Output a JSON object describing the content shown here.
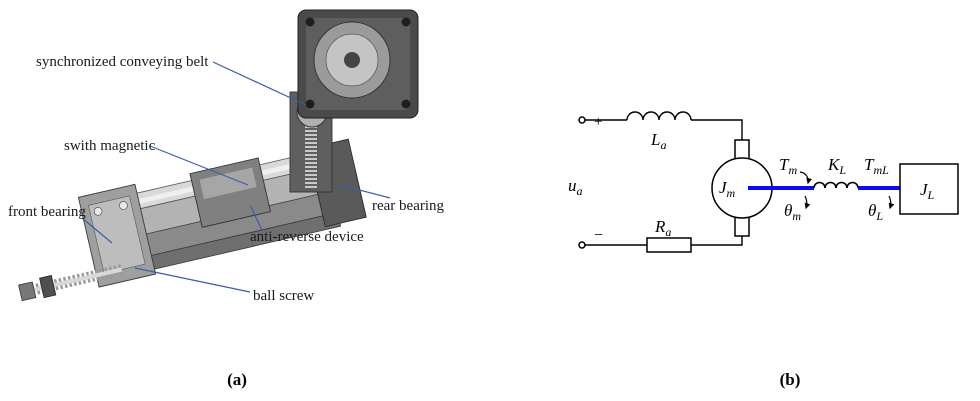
{
  "colors": {
    "shaft": "#0b0bee",
    "leader": "#3b5fa0"
  },
  "panel_a": {
    "caption": "(a)",
    "callouts": [
      {
        "text": "synchronized conveying belt"
      },
      {
        "text": "swith magnetic"
      },
      {
        "text": "front bearing"
      },
      {
        "text": "rear bearing"
      },
      {
        "text": "anti-reverse device"
      },
      {
        "text": "ball screw"
      }
    ]
  },
  "panel_b": {
    "caption": "(b)",
    "terminals": {
      "plus": "+",
      "minus": "−"
    },
    "labels": {
      "ua": {
        "base": "u",
        "sub": "a"
      },
      "La": {
        "base": "L",
        "sub": "a"
      },
      "Ra": {
        "base": "R",
        "sub": "a"
      },
      "Jm": {
        "base": "J",
        "sub": "m"
      },
      "Tm": {
        "base": "T",
        "sub": "m"
      },
      "theta_m": {
        "base": "θ",
        "sub": "m"
      },
      "KL": {
        "base": "K",
        "sub": "L"
      },
      "TmL": {
        "base": "T",
        "sub": "mL"
      },
      "theta_L": {
        "base": "θ",
        "sub": "L"
      },
      "JL": {
        "base": "J",
        "sub": "L"
      }
    }
  }
}
